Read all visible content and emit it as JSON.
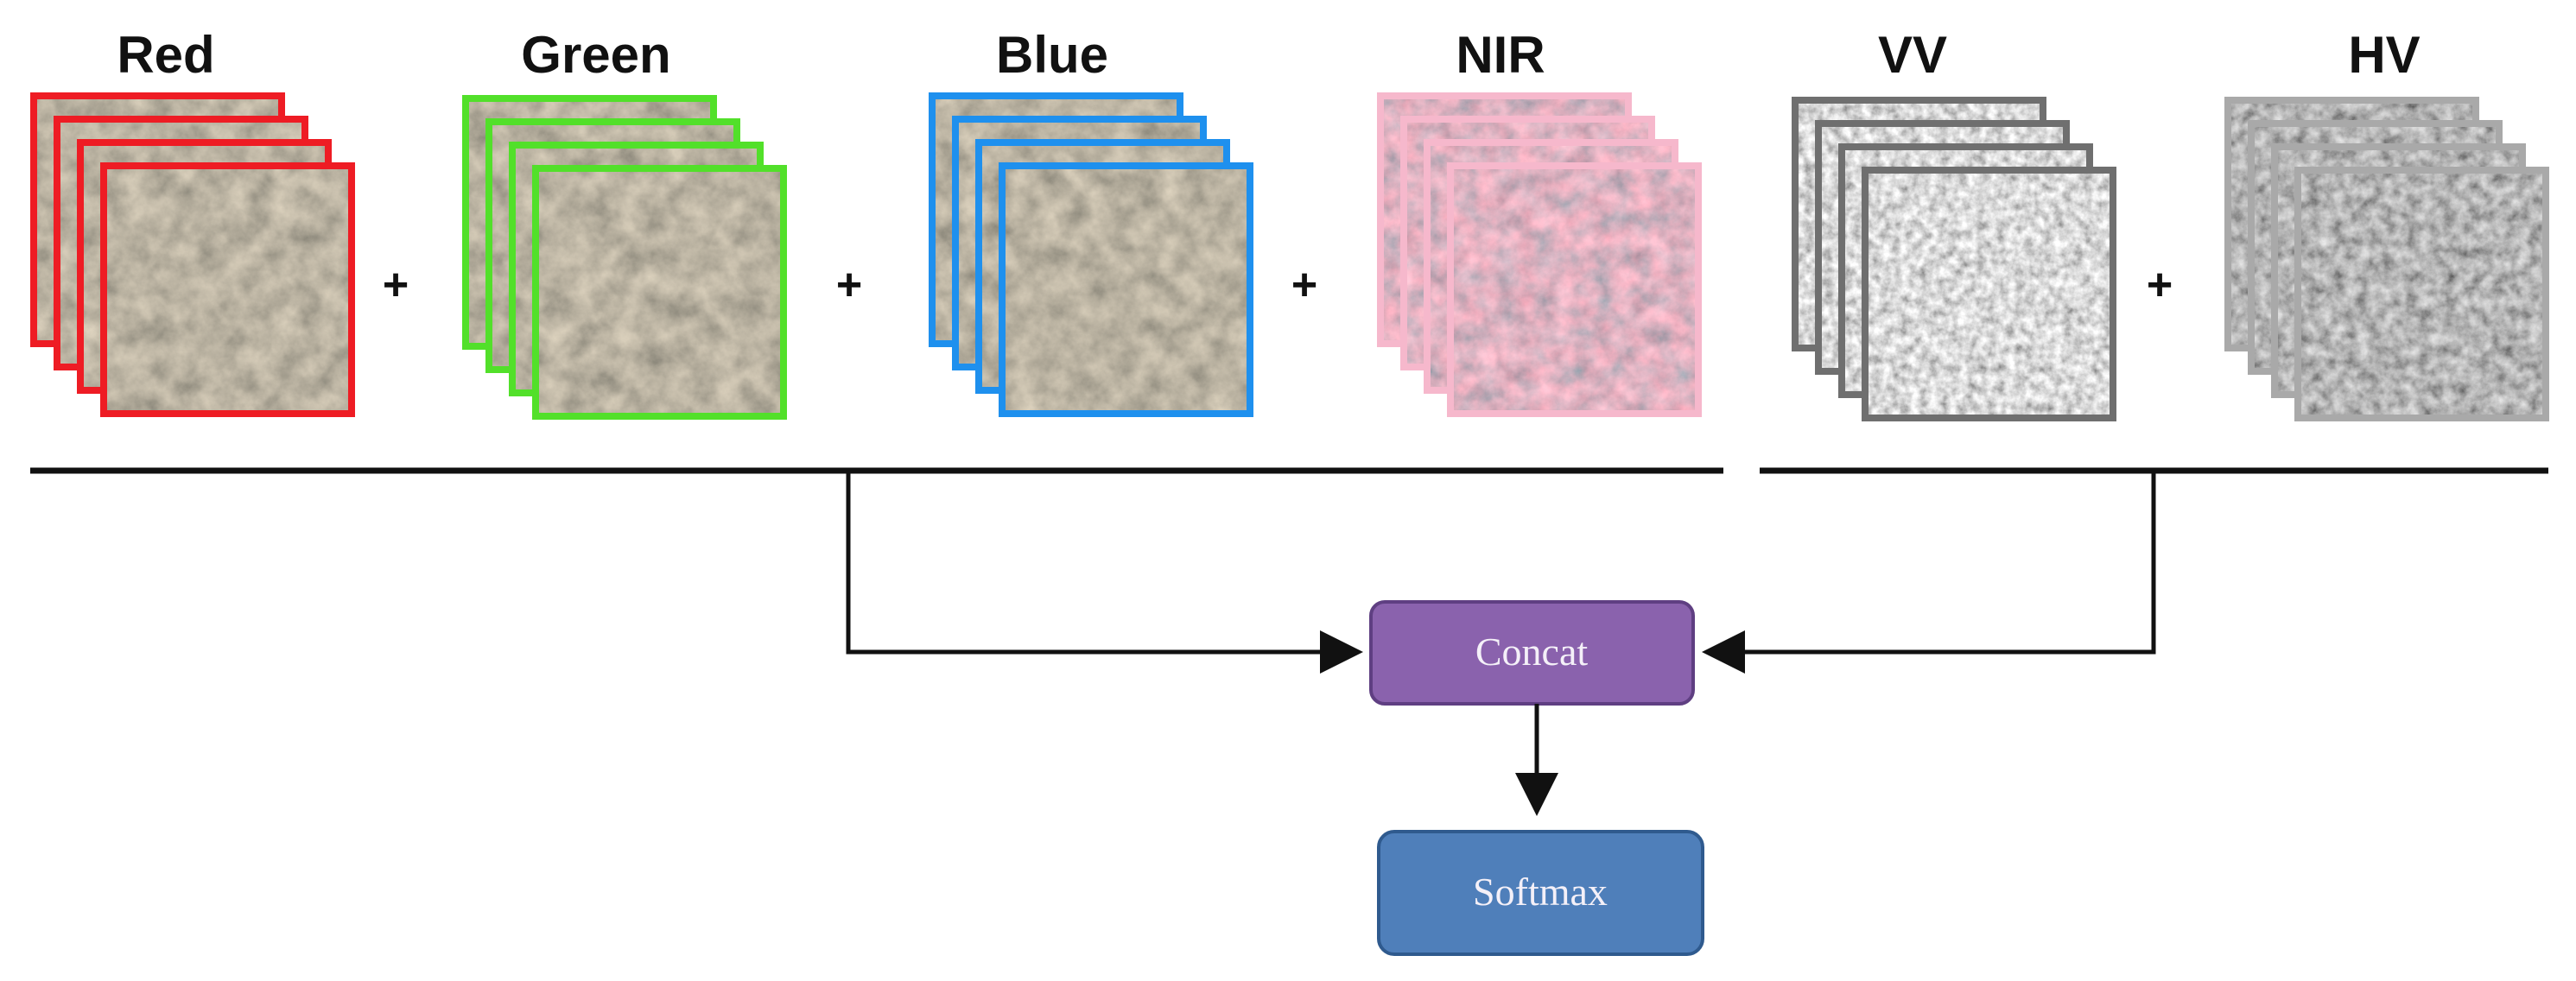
{
  "bands": [
    {
      "label": "Red",
      "frame_color": "#ee1c24",
      "style": "aerial"
    },
    {
      "label": "Green",
      "frame_color": "#52e02a",
      "style": "aerial"
    },
    {
      "label": "Blue",
      "frame_color": "#1e90ee",
      "style": "aerial"
    },
    {
      "label": "NIR",
      "frame_color": "#f6b8cc",
      "style": "nir"
    },
    {
      "label": "VV",
      "frame_color": "#6f6f6f",
      "style": "sar_bright"
    },
    {
      "label": "HV",
      "frame_color": "#a9a9a9",
      "style": "sar_dark"
    }
  ],
  "operators": {
    "plus": "+"
  },
  "nodes": {
    "concat": {
      "label": "Concat",
      "fill": "#8a62ad",
      "stroke": "#5f3f82"
    },
    "softmax": {
      "label": "Softmax",
      "fill": "#4f7fba",
      "stroke": "#2f5a8e"
    }
  },
  "colors": {
    "line": "#111111",
    "background": "#ffffff"
  }
}
